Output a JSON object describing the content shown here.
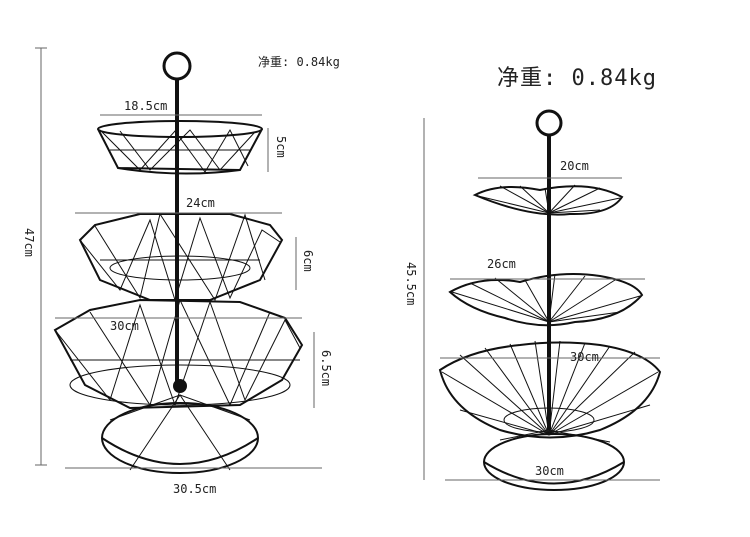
{
  "left_product": {
    "weight": "净重: 0.84kg",
    "height": "47cm",
    "top_diameter": "18.5cm",
    "top_depth": "5cm",
    "mid_diameter": "24cm",
    "mid_depth": "6cm",
    "bottom_diameter": "30cm",
    "bottom_depth": "6.5cm",
    "base_width": "30.5cm"
  },
  "right_product": {
    "weight": "净重: 0.84kg",
    "height": "45.5cm",
    "top_diameter": "20cm",
    "mid_diameter": "26cm",
    "bottom_diameter": "30cm",
    "base_width": "30cm"
  }
}
